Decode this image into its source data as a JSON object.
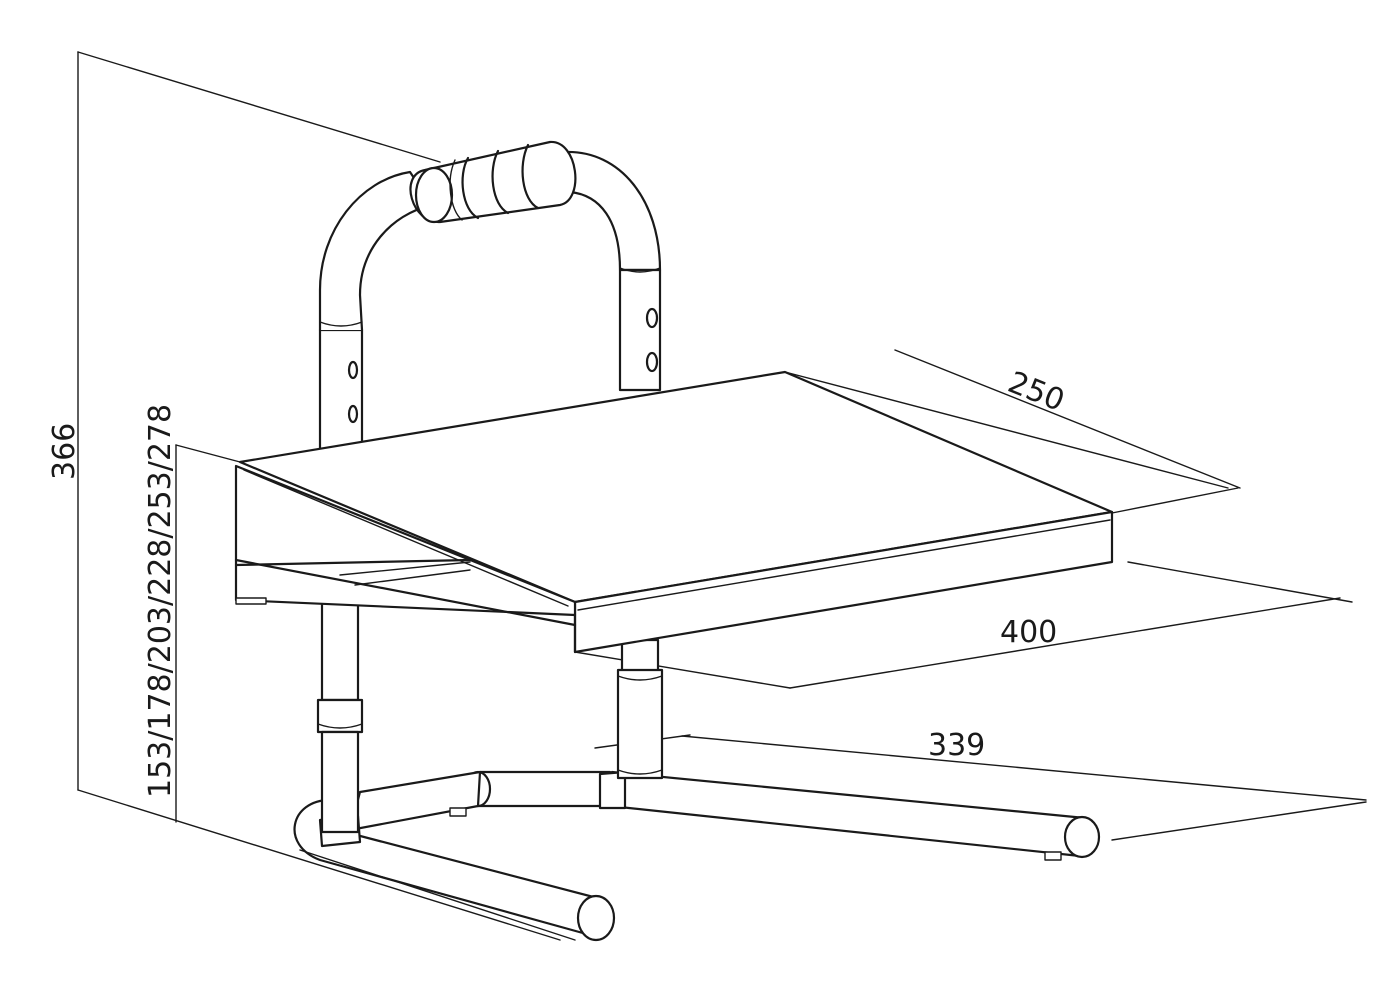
{
  "diagram": {
    "dimensions": {
      "total_height": "366",
      "platform_heights": "153/178/203/228/253/278",
      "platform_depth": "250",
      "platform_width": "400",
      "base_width": "339"
    }
  }
}
